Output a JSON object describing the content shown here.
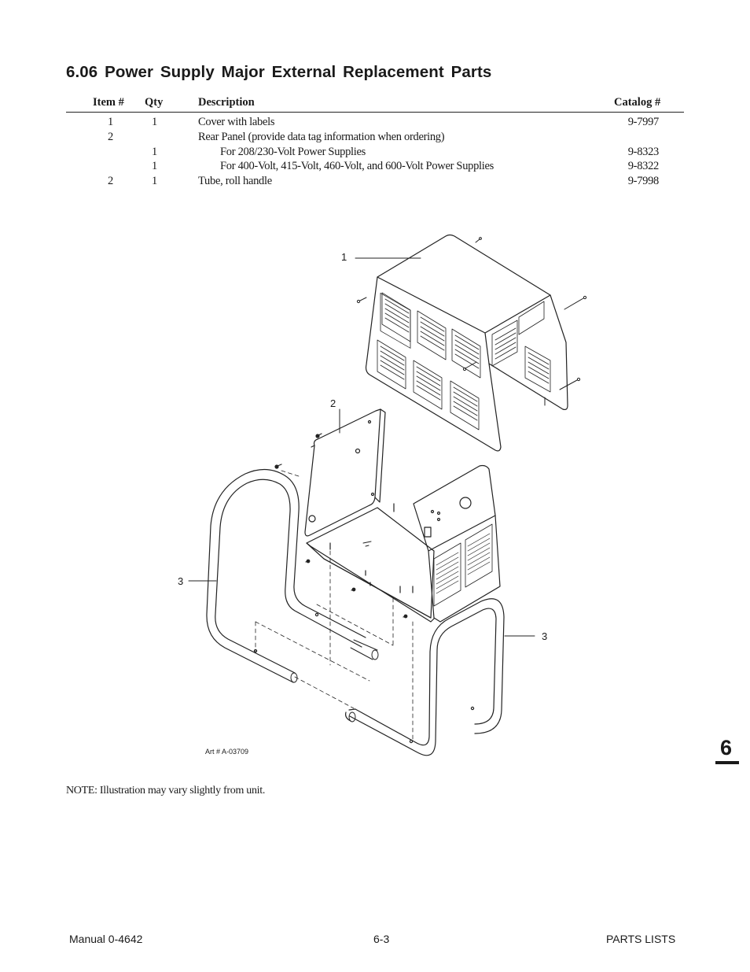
{
  "section_title": "6.06 Power Supply Major External Replacement Parts",
  "table": {
    "headers": {
      "item": "Item #",
      "qty": "Qty",
      "description": "Description",
      "catalog": "Catalog #"
    },
    "rows": [
      {
        "item": "1",
        "qty": "1",
        "description": "Cover with labels",
        "catalog": "9-7997",
        "indent": false
      },
      {
        "item": "2",
        "qty": "",
        "description": "Rear Panel (provide data tag information when ordering)",
        "catalog": "",
        "indent": false
      },
      {
        "item": "",
        "qty": "1",
        "description": "For 208/230-Volt Power Supplies",
        "catalog": "9-8323",
        "indent": true
      },
      {
        "item": "",
        "qty": "1",
        "description": "For 400-Volt, 415-Volt, 460-Volt, and 600-Volt Power Supplies",
        "catalog": "9-8322",
        "indent": true
      },
      {
        "item": "2",
        "qty": "1",
        "description": "Tube, roll handle",
        "catalog": "9-7998",
        "indent": false
      }
    ]
  },
  "diagram": {
    "callouts": [
      "1",
      "2",
      "3",
      "3"
    ],
    "art_number": "Art # A-03709"
  },
  "note": "NOTE: Illustration may vary slightly from unit.",
  "footer": {
    "left": "Manual 0-4642",
    "center": "6-3",
    "right": "PARTS LISTS"
  },
  "chapter_tab": "6"
}
